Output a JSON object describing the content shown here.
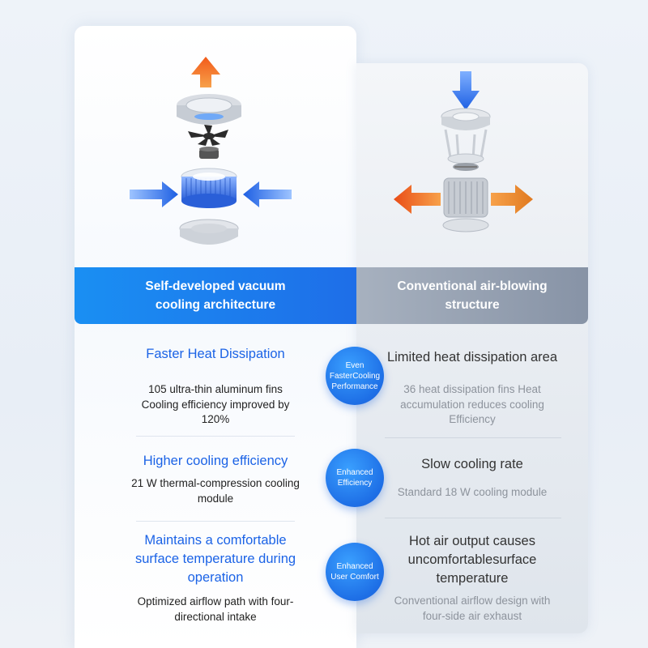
{
  "left": {
    "banner": "Self-developed vacuum cooling architecture",
    "rows": [
      {
        "title": "Faster Heat Dissipation",
        "desc": "105 ultra-thin aluminum fins Cooling efficiency improved by 120%"
      },
      {
        "title": "Higher cooling efficiency",
        "desc": "21 W thermal-compression cooling module"
      },
      {
        "title": "Maintains a comfortable surface temperature during operation",
        "desc": "Optimized airflow path with four-directional intake"
      }
    ]
  },
  "right": {
    "banner": "Conventional air-blowing structure",
    "rows": [
      {
        "title": "Limited heat dissipation area",
        "desc": "36 heat dissipation fins Heat accumulation reduces cooling Efficiency"
      },
      {
        "title": "Slow cooling rate",
        "desc": "Standard 18 W cooling module"
      },
      {
        "title": "Hot air output causes uncomfortablesurface temperature",
        "desc": "Conventional airflow design with four-side air exhaust"
      }
    ]
  },
  "badges": [
    "Even FasterCooling Performance",
    "Enhanced Efficiency",
    "Enhanced User Comfort"
  ],
  "colors": {
    "accent_blue": "#1e6ee8",
    "hot_orange": "#f06a1c",
    "gray_banner": "#8793a6"
  },
  "icons": [
    "vacuum-cooling-exploded-illustration",
    "conventional-fan-illustration",
    "intake-arrow-icon",
    "exhaust-arrow-icon"
  ]
}
